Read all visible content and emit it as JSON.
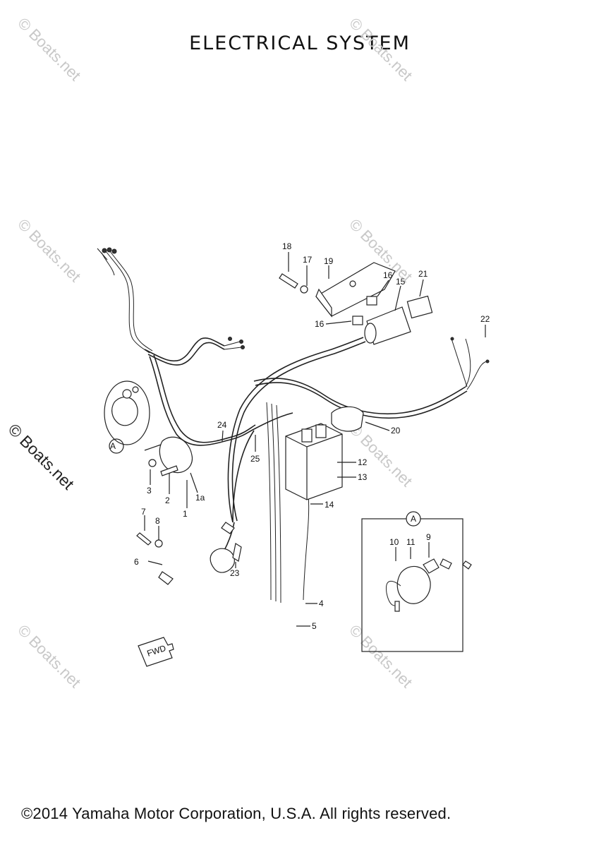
{
  "title": "ELECTRICAL SYSTEM",
  "footer": "©2014 Yamaha Motor Corporation, U.S.A. All rights reserved.",
  "watermark": "© Boats.net",
  "side_watermark": "© Boats.net",
  "callouts": {
    "c1": "1",
    "c1a": "1a",
    "c2": "2",
    "c3": "3",
    "c4": "4",
    "c5": "5",
    "c6": "6",
    "c7": "7",
    "c8": "8",
    "c9": "9",
    "c10": "10",
    "c11": "11",
    "c12": "12",
    "c13": "13",
    "c14": "14",
    "c15": "15",
    "c16a": "16",
    "c16b": "16",
    "c17": "17",
    "c18": "18",
    "c19": "19",
    "c20": "20",
    "c21": "21",
    "c22": "22",
    "c23": "23",
    "c24": "24",
    "c25": "25"
  },
  "detail_label": "A",
  "detail_label_inset": "A",
  "fwd_label": "FWD"
}
